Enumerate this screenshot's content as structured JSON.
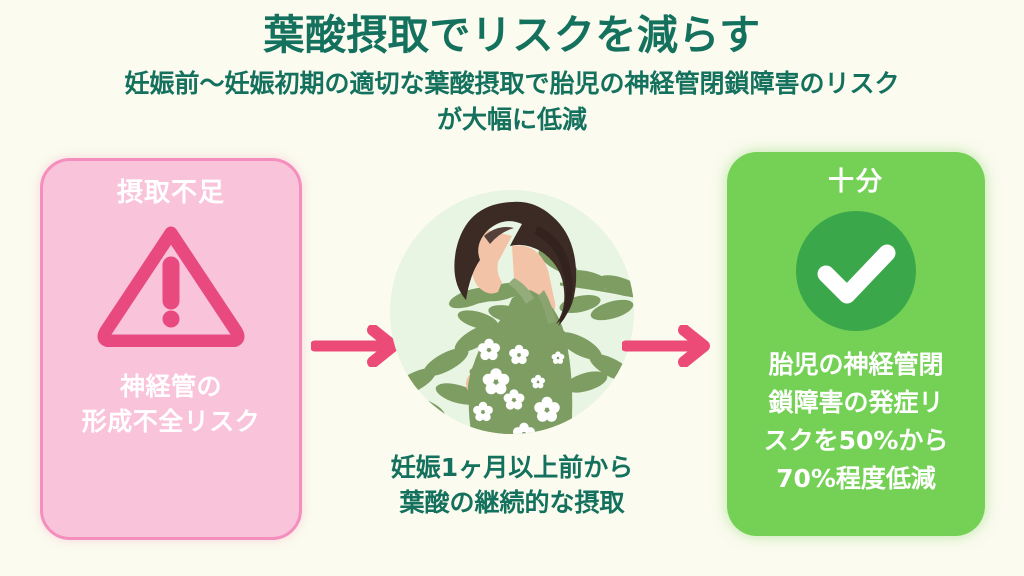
{
  "header": {
    "title": "葉酸摂取でリスクを減らす",
    "subtitle_line1": "妊娠前〜妊娠初期の適切な葉酸摂取で胎児の神経管閉鎖障害のリスク",
    "subtitle_line2": "が大幅に低減",
    "title_color": "#14715d"
  },
  "cards": {
    "deficient": {
      "heading": "摂取不足",
      "body_line1": "神経管の",
      "body_line2": "形成不全リスク",
      "icon": "warning-triangle-icon",
      "fill_color": "#f9c3da",
      "border_color": "#f48fbd",
      "icon_color": "#e84a80",
      "text_color": "#ffffff"
    },
    "sufficient": {
      "heading": "十分",
      "body_line1": "胎児の神経管閉",
      "body_line2": "鎖障害の発症リ",
      "body_line3": "スクを50%から",
      "body_line4": "70%程度低減",
      "icon": "check-circle-icon",
      "fill_color": "#74d155",
      "icon_circle_color": "#3aa84a",
      "icon_mark_color": "#ffffff",
      "text_color": "#ffffff"
    }
  },
  "center": {
    "illustration": "pregnant-woman-illustration",
    "caption_line1": "妊娠1ヶ月以上前から",
    "caption_line2": "葉酸の継続的な摂取",
    "caption_color": "#14715d",
    "backdrop_color": "#e8f5e2",
    "dress_color": "#7d9d63",
    "hair_color": "#3c2a25",
    "skin_color": "#f2c3a7",
    "leaf_color": "#7d9d63"
  },
  "arrows": {
    "left": "arrow-right-icon",
    "right": "arrow-right-icon",
    "color": "#ec4a77"
  },
  "page": {
    "background_color": "#fbfbef"
  }
}
